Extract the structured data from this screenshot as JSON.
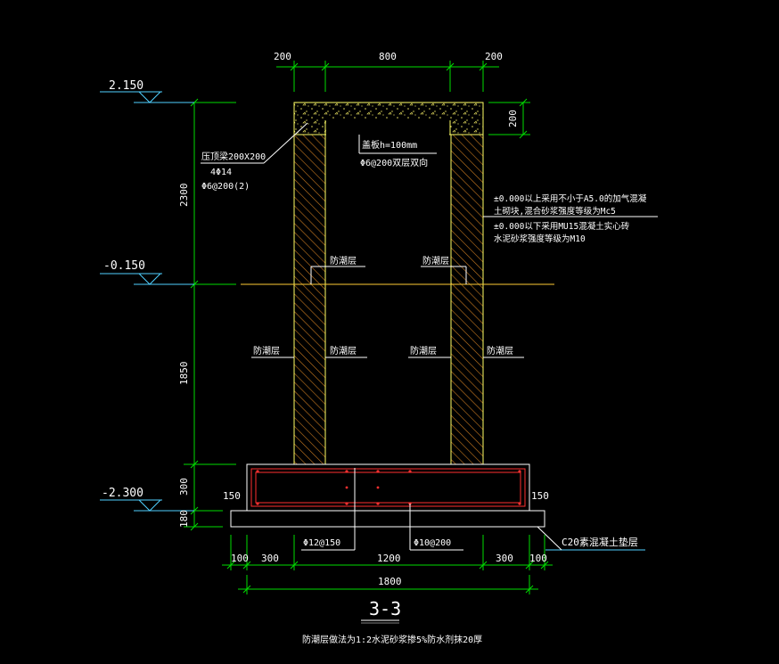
{
  "colors": {
    "background": "#000000",
    "dimension_lines": "#00dd00",
    "wall_outline": "#ffff66",
    "hatch": "#c87a20",
    "reinforcement": "#ff3030",
    "elevation_marker": "#4fd0ff",
    "leader": "#ffffff",
    "ground_line": "#ffcc33"
  },
  "elevations": {
    "top": "2.150",
    "ground": "-0.150",
    "foundation": "-2.300"
  },
  "dimensions": {
    "top_left_wall": "200",
    "top_opening": "800",
    "top_right_wall": "200",
    "ring_beam_height": "200",
    "upper_height": "2300",
    "lower_height": "1850",
    "footing_height": "300",
    "pad_height": "180",
    "footing_cover_left": "150",
    "footing_cover_right": "150",
    "bottom_segments": [
      "100",
      "300",
      "1200",
      "300",
      "100"
    ],
    "total_width": "1800"
  },
  "annotations": {
    "ring_beam_line1": "压顶梁200X200",
    "ring_beam_line2": "4Φ14",
    "ring_beam_line3": "Φ6@200(2)",
    "cover_slab_line1": "盖板h=100mm",
    "cover_slab_line2": "Φ6@200双层双向",
    "wall_above_line1": "±0.000以上采用不小于A5.0的加气混凝",
    "wall_above_line2": "土砌块,混合砂浆强度等级为Mc5",
    "wall_below_line1": "±0.000以下采用MU15混凝土实心砖",
    "wall_below_line2": "水泥砂浆强度等级为M10",
    "damp_proof": "防潮层",
    "footing_rebar_a": "Φ12@150",
    "footing_rebar_b": "Φ10@200",
    "pad_label": "C20素混凝土垫层"
  },
  "section_label": "3-3",
  "note": "防潮层做法为1:2水泥砂浆掺5%防水剂抹20厚"
}
